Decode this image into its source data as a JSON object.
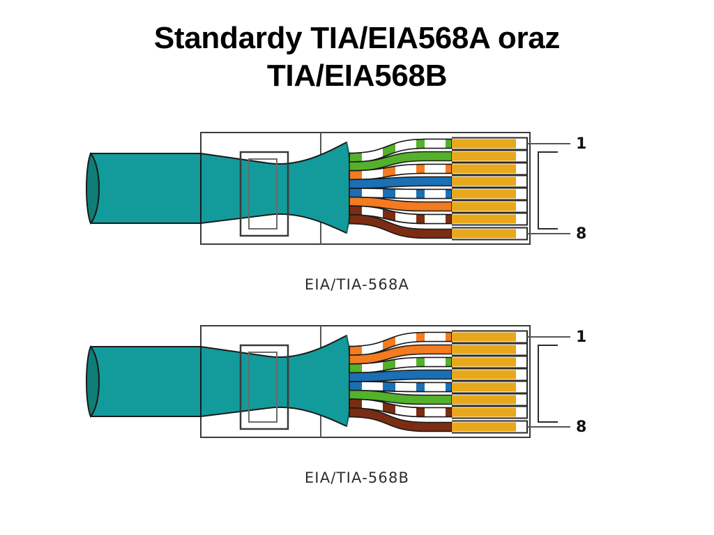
{
  "slide": {
    "title": "Standardy TIA/EIA568A oraz\nTIA/EIA568B",
    "background_color": "#ffffff"
  },
  "palette": {
    "cable_teal": "#139B9B",
    "cable_teal_dark": "#0E7E77",
    "boot_teal": "#0F9491",
    "outline": "#3a3a3a",
    "gold_pin": "#E8A81C",
    "green": "#54B12B",
    "orange": "#F47B20",
    "blue": "#1B6FB5",
    "brown": "#7B2D13",
    "white_stripe": "#ffffff",
    "text": "#111111"
  },
  "diagrams": [
    {
      "id": "diagram-a",
      "caption": "EIA/TIA-568A",
      "pin_top_label": "1",
      "pin_bottom_label": "8",
      "wires": [
        {
          "pin": 1,
          "name": "white-green",
          "base": "#54B12B",
          "striped": true
        },
        {
          "pin": 2,
          "name": "green",
          "base": "#54B12B",
          "striped": false
        },
        {
          "pin": 3,
          "name": "white-orange",
          "base": "#F47B20",
          "striped": true
        },
        {
          "pin": 4,
          "name": "blue",
          "base": "#1B6FB5",
          "striped": false
        },
        {
          "pin": 5,
          "name": "white-blue",
          "base": "#1B6FB5",
          "striped": true
        },
        {
          "pin": 6,
          "name": "orange",
          "base": "#F47B20",
          "striped": false
        },
        {
          "pin": 7,
          "name": "white-brown",
          "base": "#7B2D13",
          "striped": true
        },
        {
          "pin": 8,
          "name": "brown",
          "base": "#7B2D13",
          "striped": false
        }
      ]
    },
    {
      "id": "diagram-b",
      "caption": "EIA/TIA-568B",
      "pin_top_label": "1",
      "pin_bottom_label": "8",
      "wires": [
        {
          "pin": 1,
          "name": "white-orange",
          "base": "#F47B20",
          "striped": true
        },
        {
          "pin": 2,
          "name": "orange",
          "base": "#F47B20",
          "striped": false
        },
        {
          "pin": 3,
          "name": "white-green",
          "base": "#54B12B",
          "striped": true
        },
        {
          "pin": 4,
          "name": "blue",
          "base": "#1B6FB5",
          "striped": false
        },
        {
          "pin": 5,
          "name": "white-blue",
          "base": "#1B6FB5",
          "striped": true
        },
        {
          "pin": 6,
          "name": "green",
          "base": "#54B12B",
          "striped": false
        },
        {
          "pin": 7,
          "name": "white-brown",
          "base": "#7B2D13",
          "striped": true
        },
        {
          "pin": 8,
          "name": "brown",
          "base": "#7B2D13",
          "striped": false
        }
      ]
    }
  ]
}
